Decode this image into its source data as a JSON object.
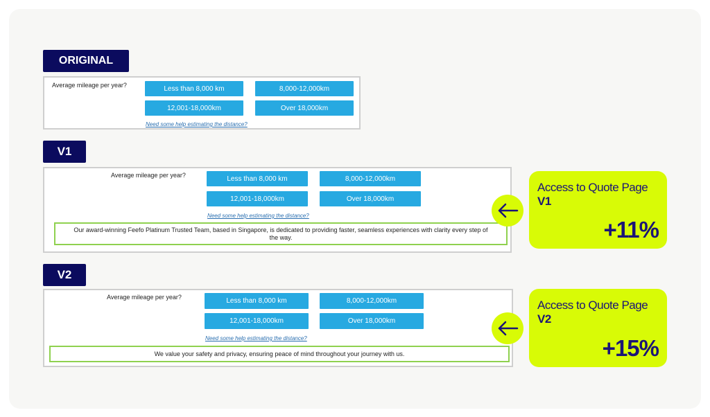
{
  "original": {
    "tag": "ORIGINAL",
    "question": "Average mileage per year?",
    "options": [
      "Less than 8,000 km",
      "8,000-12,000km",
      "12,001-18,000km",
      "Over 18,000km"
    ],
    "help": "Need some help estimating the distance?"
  },
  "v1": {
    "tag": "V1",
    "question": "Average mileage per year?",
    "options": [
      "Less than 8,000 km",
      "8,000-12,000km",
      "12,001-18,000km",
      "Over 18,000km"
    ],
    "help": "Need some help estimating the distance?",
    "trust_line1": "Our award-winning Feefo Platinum Trusted Team, based in Singapore, is dedicated to providing faster, seamless experiences with clarity every step of",
    "trust_line2": "the way.",
    "result_label_line1": "Access to Quote Page",
    "result_label_line2": "V1",
    "result_value": "+11%"
  },
  "v2": {
    "tag": "V2",
    "question": "Average mileage per year?",
    "options": [
      "Less than 8,000 km",
      "8,000-12,000km",
      "12,001-18,000km",
      "Over 18,000km"
    ],
    "help": "Need some help estimating the distance?",
    "trust_line1": "We value your safety and privacy, ensuring peace of mind throughout your journey with us.",
    "result_label_line1": "Access to Quote Page",
    "result_label_line2": "V2",
    "result_value": "+15%"
  },
  "colors": {
    "tag_bg": "#0b0b5e",
    "option_bg": "#27a9e1",
    "highlight": "#d8fb06",
    "trust_border": "#8fd14f",
    "result_text": "#1b1476"
  },
  "icons": {
    "arrow": "arrow-left-icon"
  }
}
